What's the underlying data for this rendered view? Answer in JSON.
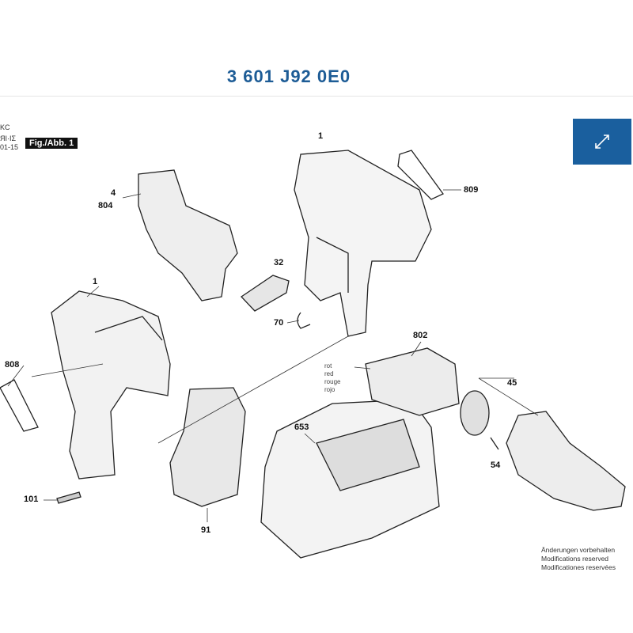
{
  "header": {
    "title": "3 601 J92 0E0"
  },
  "sidebar_codes": [
    "KC",
    "ЯI·IΣ",
    "01-15"
  ],
  "figure_label": "Fig./Abb. 1",
  "expand_button": {
    "icon": "expand-arrows-icon",
    "color": "#1a5f9e"
  },
  "part_labels": {
    "housing_right": "1",
    "label_809": "809",
    "switch_4": "4",
    "switch_804": "804",
    "slider_32": "32",
    "clip_70": "70",
    "housing_left": "1",
    "label_808": "808",
    "motor": "802",
    "gearbox": "45",
    "charger": "653",
    "screw_54": "54",
    "screw_101": "101",
    "battery": "91"
  },
  "wire_colors": [
    "rot",
    "red",
    "rouge",
    "rojo"
  ],
  "note": [
    "Änderungen vorbehalten",
    "Modifications reserved",
    "Modificationes reservées"
  ]
}
